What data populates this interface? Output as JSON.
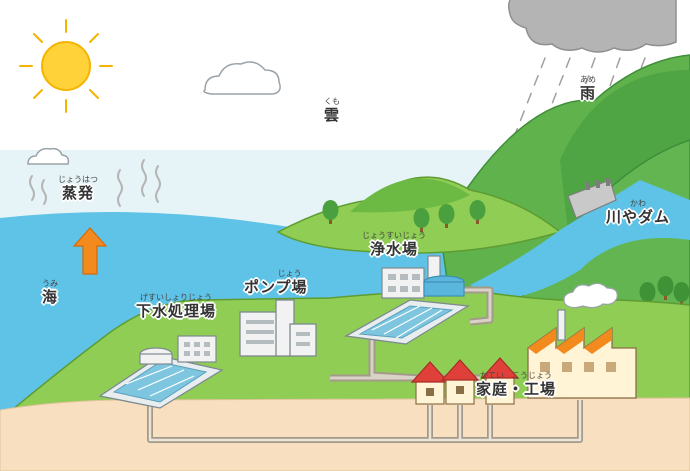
{
  "labels": {
    "evaporation": {
      "reading": "じょうはつ",
      "text": "蒸発"
    },
    "cloud": {
      "reading": "くも",
      "text": "雲"
    },
    "rain": {
      "reading": "あめ",
      "text": "雨"
    },
    "river_dam": {
      "reading": "かわ",
      "text": "川やダム"
    },
    "sea": {
      "reading": "うみ",
      "text": "海"
    },
    "purification_plant": {
      "reading": "じょうすいじょう",
      "text": "浄水場"
    },
    "pump_station": {
      "reading": "じょう",
      "text": "ポンプ場"
    },
    "sewage_plant": {
      "reading": "げすいしょりじょう",
      "text": "下水処理場"
    },
    "homes_factories": {
      "reading": "かてい　こうじょう",
      "text": "家庭・工場"
    }
  },
  "icons": [
    "sun-icon",
    "cloud-icon",
    "rain-cloud-icon",
    "up-arrow-icon",
    "dam-icon",
    "house-icon",
    "factory-icon"
  ],
  "colors": {
    "sky": "#dff1f7",
    "sea": "#5ec3e6",
    "grass": "#8fcd55",
    "mountain": "#5fb24c",
    "ground": "#f8dfbf",
    "pipe": "#a39a8a",
    "arrow": "#f28a1e",
    "sun": "#ffd23a"
  }
}
